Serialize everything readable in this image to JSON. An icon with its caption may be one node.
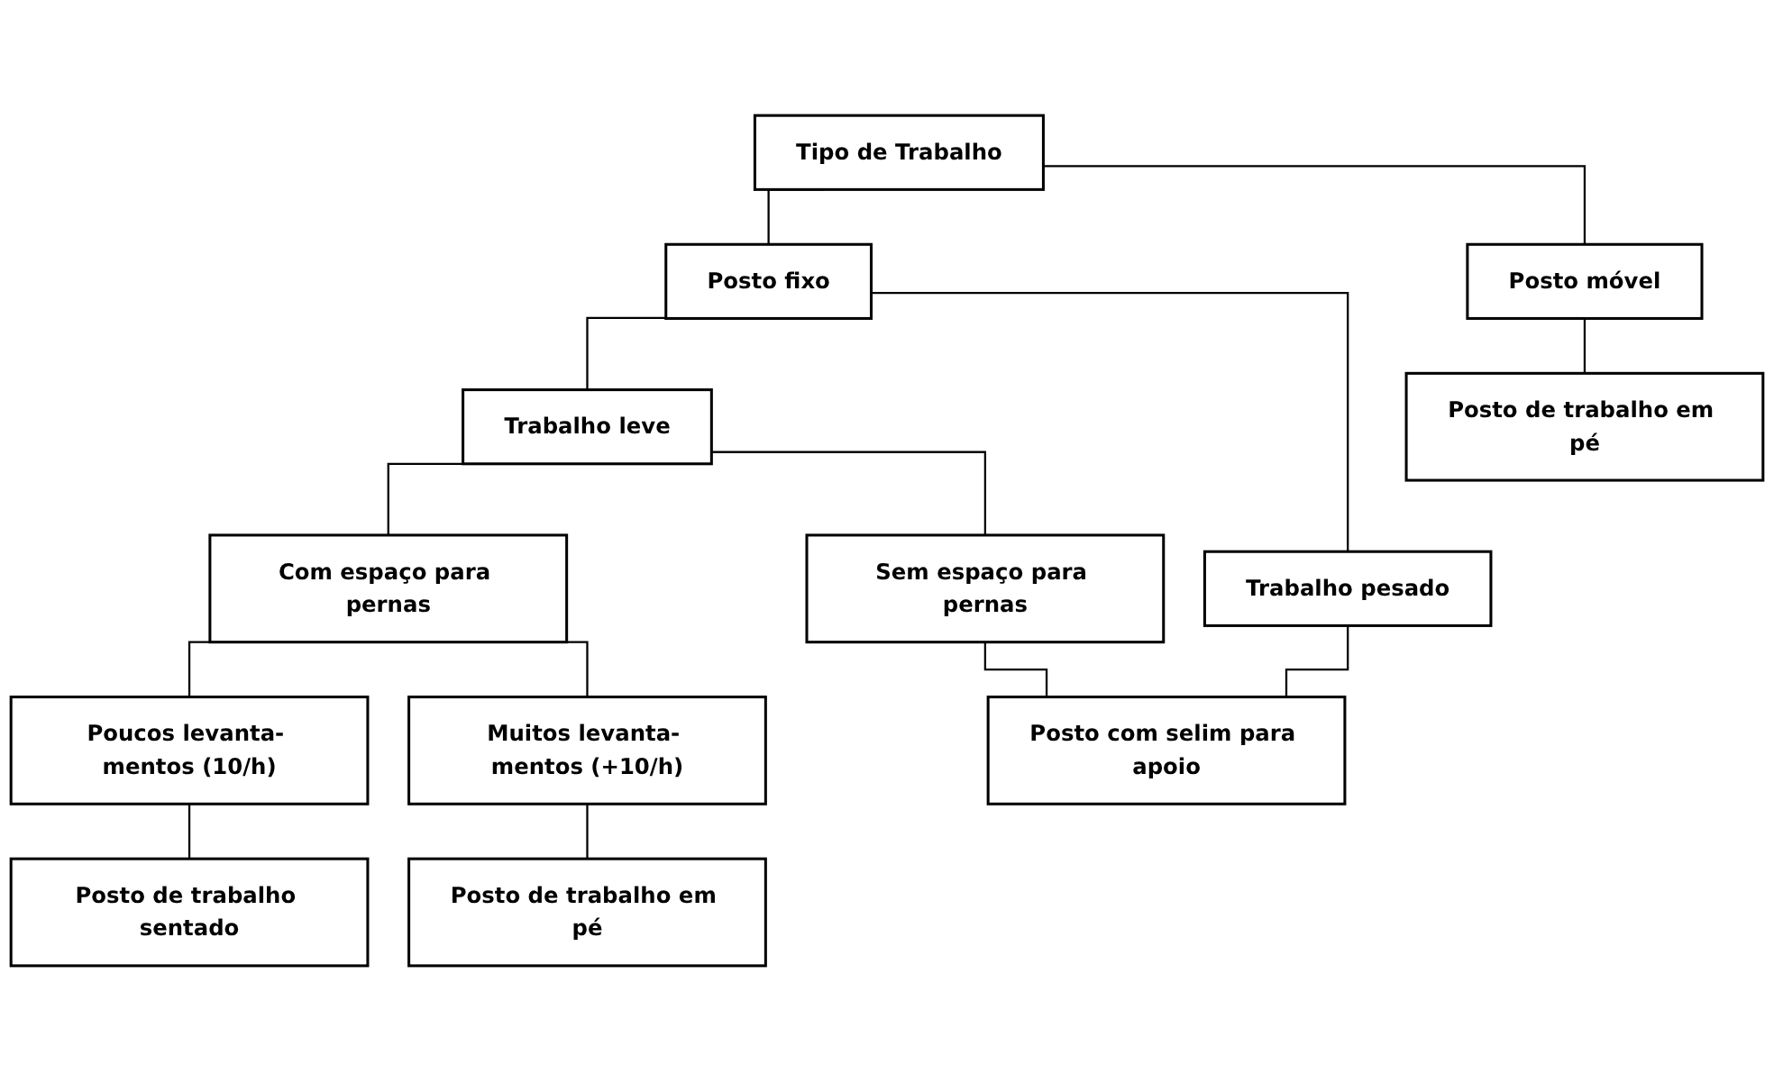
{
  "diagram": {
    "nodes": [
      {
        "text": [
          "Tipo de Trabalho"
        ]
      },
      {
        "text": [
          "Posto fixo"
        ]
      },
      {
        "text": [
          "Posto móvel"
        ]
      },
      {
        "text": [
          "Trabalho leve"
        ]
      },
      {
        "text": [
          "Trabalho pesado"
        ]
      },
      {
        "text": [
          "Com espaço para pernas"
        ]
      },
      {
        "text": [
          "Sem espaço para pernas"
        ]
      },
      {
        "text": [
          "Poucos levanta- mentos (10/h)"
        ]
      },
      {
        "text": [
          "Muitos levanta- mentos (+10/h)"
        ]
      },
      {
        "text": [
          "Posto de trabalho sentado"
        ]
      },
      {
        "text": [
          "Posto de trabalho em pé"
        ]
      },
      {
        "text": [
          "Posto com selim para apoio"
        ]
      },
      {
        "text": [
          "Posto de trabalho em pé"
        ]
      }
    ],
    "edges": [
      {
        "from": 0,
        "to": 1,
        "arrow": "none"
      },
      {
        "from": 0,
        "to": 2,
        "arrow": "none"
      },
      {
        "from": 1,
        "to": 3,
        "arrow": "none"
      },
      {
        "from": 1,
        "to": 4,
        "arrow": "none"
      },
      {
        "from": 3,
        "to": 5,
        "arrow": "none"
      },
      {
        "from": 3,
        "to": 6,
        "arrow": "none"
      },
      {
        "from": 5,
        "to": 7,
        "arrow": "none"
      },
      {
        "from": 5,
        "to": 8,
        "arrow": "none"
      },
      {
        "from": 7,
        "to": 9,
        "arrow": "none"
      },
      {
        "from": 8,
        "to": 10,
        "arrow": "none"
      },
      {
        "from": 6,
        "to": 11,
        "arrow": "none"
      },
      {
        "from": 4,
        "to": 11,
        "arrow": "none"
      },
      {
        "from": 2,
        "to": 12,
        "arrow": "none"
      }
    ]
  }
}
